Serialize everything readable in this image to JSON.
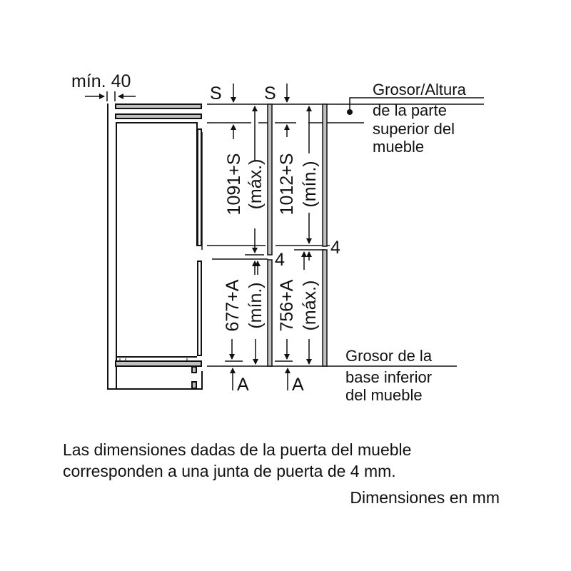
{
  "diagram": {
    "title": "Built-in fridge-freezer installation dimensions",
    "side_gap": {
      "label": "mín. 40"
    },
    "top_markers": [
      {
        "symbol": "S",
        "arrow": "down"
      },
      {
        "symbol": "S",
        "arrow": "down"
      }
    ],
    "bottom_markers": [
      {
        "symbol": "A",
        "arrow": "up"
      },
      {
        "symbol": "A",
        "arrow": "up"
      }
    ],
    "dimensions": {
      "upper_door_max": {
        "value": "1091+S",
        "qualifier": "(máx.)"
      },
      "upper_door_min": {
        "value": "1012+S",
        "qualifier": "(mín.)"
      },
      "lower_door_min": {
        "value": "677+A",
        "qualifier": "(mín.)"
      },
      "lower_door_max": {
        "value": "756+A",
        "qualifier": "(máx.)"
      },
      "door_gap_left": "4",
      "door_gap_right": "4"
    },
    "callouts": {
      "top": [
        "Grosor/Altura",
        "de la parte",
        "superior del",
        "mueble"
      ],
      "bottom": [
        "Grosor de la",
        "base inferior",
        "del mueble"
      ]
    }
  },
  "notes": {
    "line1": "Las dimensiones dadas de la puerta del mueble",
    "line2": "corresponden a una junta de puerta de 4 mm.",
    "units": "Dimensiones en mm"
  },
  "colors": {
    "line": "#111111",
    "panel_fill": "#c0c0c0",
    "background": "#ffffff"
  }
}
